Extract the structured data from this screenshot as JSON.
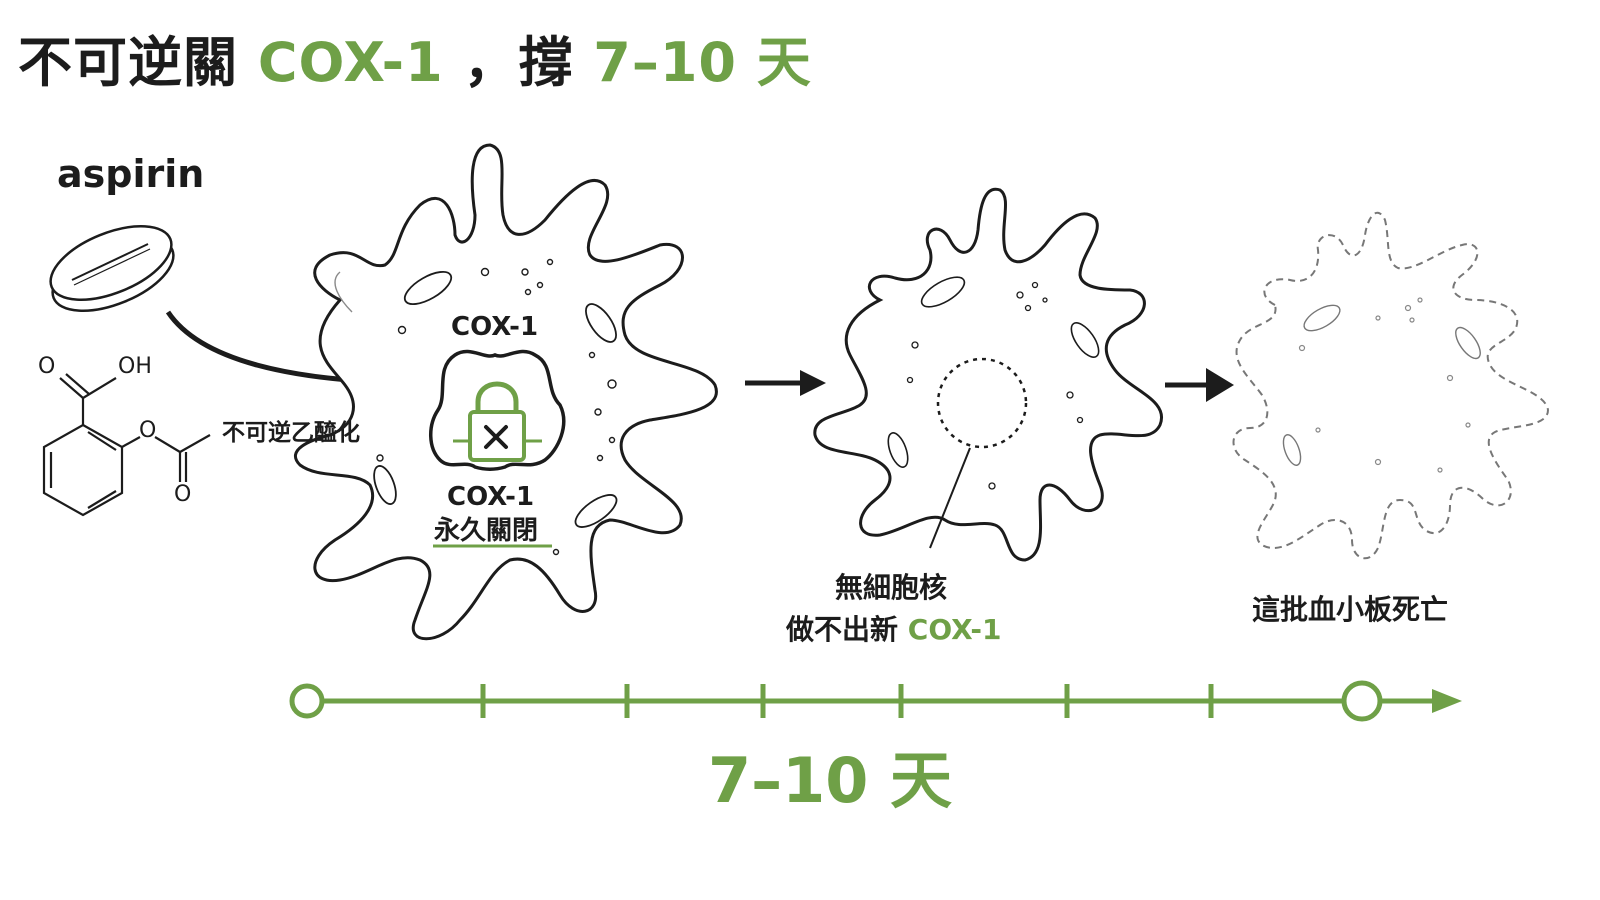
{
  "title": {
    "part1": "不可逆關",
    "part2": "COX-1",
    "part3": "，撐",
    "part4": "7–10 天"
  },
  "drug": {
    "name": "aspirin",
    "chem_O": "O",
    "chem_OH": "OH",
    "chem_O2": "O",
    "chem_O3": "O",
    "reaction": "不可逆乙醯化"
  },
  "enzyme": {
    "label_top": "COX-1",
    "label_bottom_1": "COX-1",
    "label_bottom_2": "永久關閉"
  },
  "stage2": {
    "line1": "無細胞核",
    "line2_prefix": "做不出新",
    "line2_green": "COX-1"
  },
  "stage3": {
    "label": "這批血小板死亡"
  },
  "timeline": {
    "label": "7–10 天"
  },
  "colors": {
    "accent": "#6fa047",
    "ink": "#1c1c1c"
  }
}
